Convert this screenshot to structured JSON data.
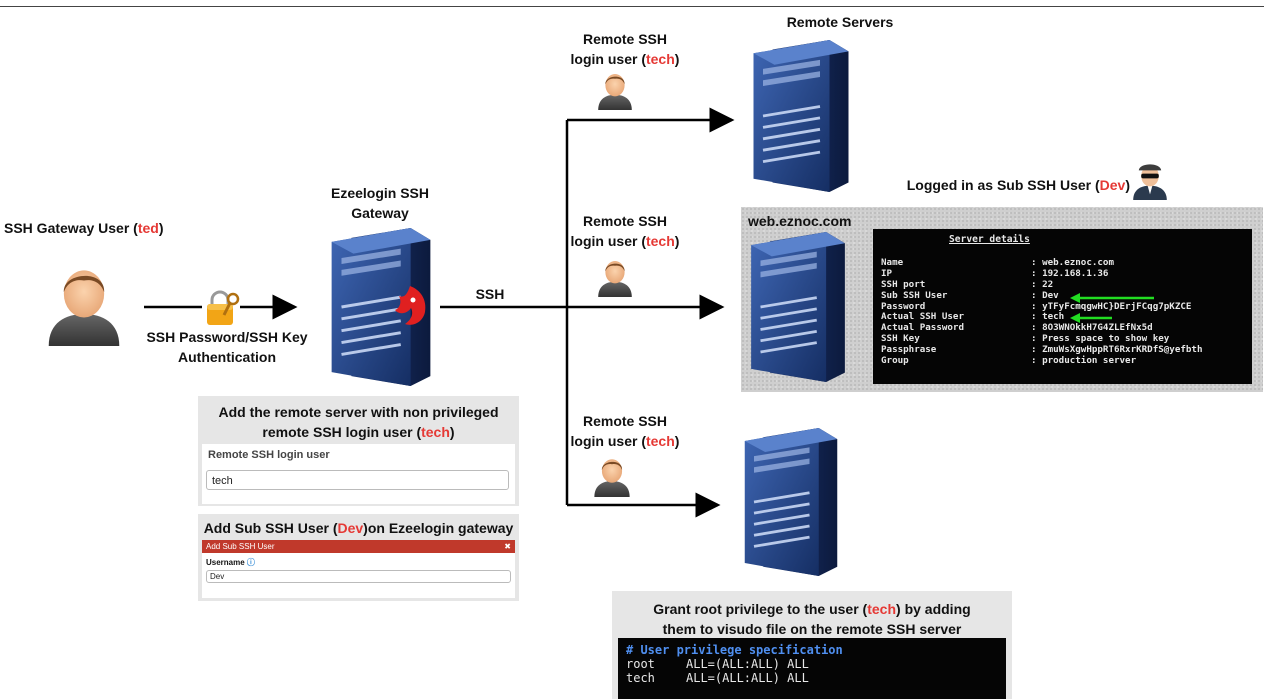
{
  "title_remote_servers": "Remote Servers",
  "gateway_user": {
    "prefix": "SSH Gateway User (",
    "name": "ted",
    "suffix": ")"
  },
  "auth_label": {
    "line1": "SSH Password/SSH Key",
    "line2": "Authentication"
  },
  "gateway_label": {
    "line1": "Ezeelogin SSH",
    "line2": "Gateway"
  },
  "ssh_label": "SSH",
  "remote_login_user": {
    "line1": "Remote SSH",
    "line2_prefix": "login user (",
    "name": "tech",
    "line2_suffix": ")"
  },
  "logged_in": {
    "prefix": "Logged in as Sub SSH User (",
    "name": "Dev",
    "suffix": ")"
  },
  "web_host": "web.eznoc.com",
  "server_details": {
    "heading": "Server details",
    "rows": [
      {
        "key": "Name",
        "value": ": web.eznoc.com"
      },
      {
        "key": "IP",
        "value": ": 192.168.1.36"
      },
      {
        "key": "SSH port",
        "value": ": 22"
      },
      {
        "key": "Sub SSH User",
        "value": ": Dev"
      },
      {
        "key": "Password",
        "value": ": yTFyFcmqgwHC}DErjFCqg7pKZCE"
      },
      {
        "key": "Actual SSH User",
        "value": ": tech"
      },
      {
        "key": "Actual Password",
        "value": ": 8O3WNOkkH7G4ZLEfNx5d"
      },
      {
        "key": "SSH Key",
        "value": ": Press space to show key"
      },
      {
        "key": "Passphrase",
        "value": ": ZmuWsXgwHppRT6RxrKRDfS@yefbth"
      },
      {
        "key": "Group",
        "value": ": production server"
      }
    ]
  },
  "add_server_panel": {
    "title_line1": "Add the remote server with non privileged",
    "title_line2_prefix": "remote SSH login user (",
    "title_name": "tech",
    "title_line2_suffix": ")",
    "field_label": "Remote SSH login user",
    "field_value": "tech"
  },
  "add_sub_panel": {
    "title_prefix": "Add Sub SSH User (",
    "title_name": "Dev",
    "title_suffix": ")on Ezeelogin gateway",
    "bar_label": "Add Sub SSH User",
    "field_label": "Username",
    "field_value": "Dev"
  },
  "grant_panel": {
    "line1_prefix": "Grant root privilege to the user (",
    "line1_name": "tech",
    "line1_suffix": ") by adding",
    "line2": "them to visudo file on the remote SSH server",
    "code_comment": "# User privilege specification",
    "code_lines": [
      {
        "user": "root",
        "rule": "ALL=(ALL:ALL) ALL"
      },
      {
        "user": "tech",
        "rule": "ALL=(ALL:ALL) ALL"
      }
    ]
  },
  "colors": {
    "accent_red": "#e53935",
    "arrow_green": "#22dd22",
    "server_blue": "#1f3d7a",
    "sub_bar": "#c0392b"
  },
  "icons": [
    "user-icon",
    "lock-key-icon",
    "server-icon",
    "spy-user-icon",
    "ezeelogin-logo"
  ]
}
